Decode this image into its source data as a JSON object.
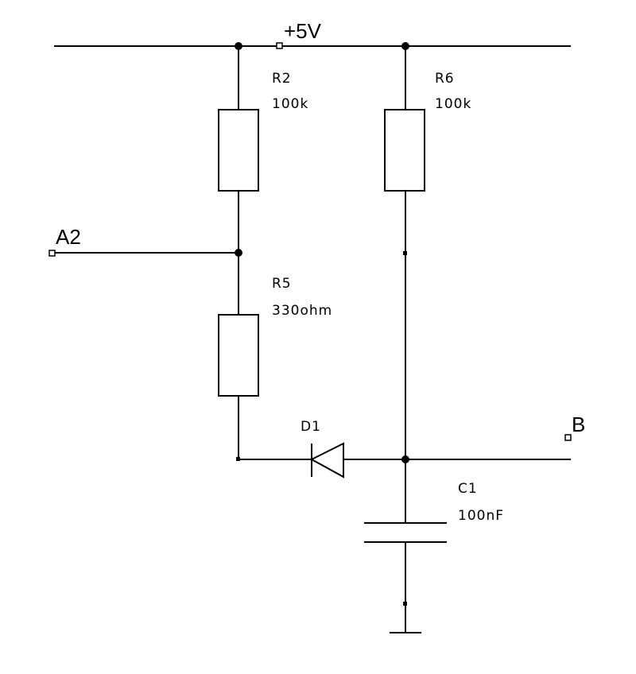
{
  "nets": {
    "supply": "+5V",
    "input": "A2",
    "output": "B"
  },
  "components": {
    "r2": {
      "ref": "R2",
      "value": "100k"
    },
    "r6": {
      "ref": "R6",
      "value": "100k"
    },
    "r5": {
      "ref": "R5",
      "value": "330ohm"
    },
    "d1": {
      "ref": "D1"
    },
    "c1": {
      "ref": "C1",
      "value": "100nF"
    }
  }
}
